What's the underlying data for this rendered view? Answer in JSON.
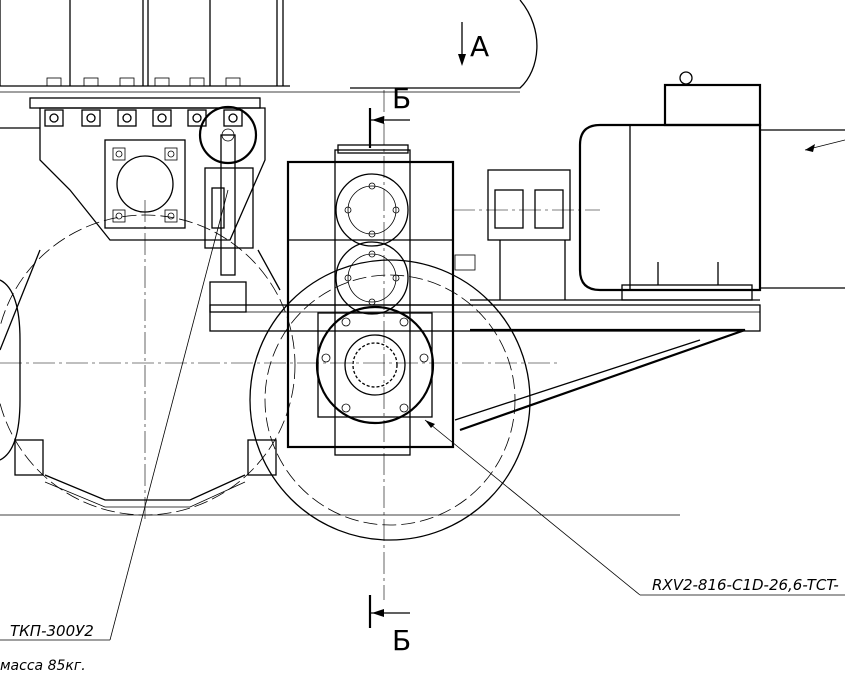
{
  "view_label": "А",
  "section_label_top": "Б",
  "section_label_bottom": "Б",
  "callout_gearbox": "RXV2-816-C1D-26,6-TCT-",
  "callout_brake": "ТКП-300У2",
  "callout_mass": "масса 85кг."
}
